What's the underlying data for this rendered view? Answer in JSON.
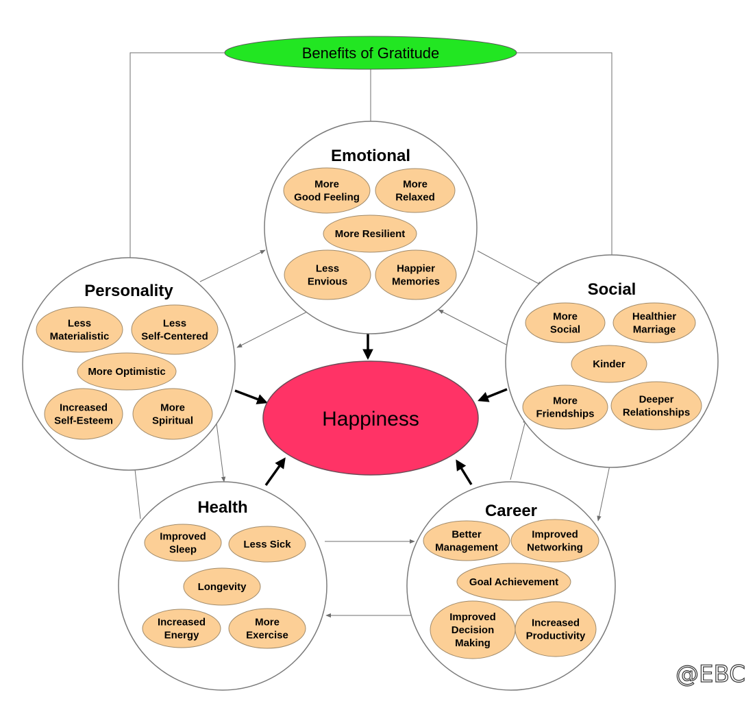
{
  "title": "Benefits of Gratitude",
  "center": "Happiness",
  "watermark": "@EBC",
  "colors": {
    "title_fill": "#22e622",
    "center_fill": "#ff3366",
    "pill_fill": "#fccf96"
  },
  "groups": {
    "emotional": {
      "title": "Emotional",
      "items": [
        [
          "More",
          "Good Feeling"
        ],
        [
          "More",
          "Relaxed"
        ],
        [
          "More Resilient"
        ],
        [
          "Less",
          "Envious"
        ],
        [
          "Happier",
          "Memories"
        ]
      ]
    },
    "personality": {
      "title": "Personality",
      "items": [
        [
          "Less",
          "Materialistic"
        ],
        [
          "Less",
          "Self-Centered"
        ],
        [
          "More Optimistic"
        ],
        [
          "Increased",
          "Self-Esteem"
        ],
        [
          "More",
          "Spiritual"
        ]
      ]
    },
    "social": {
      "title": "Social",
      "items": [
        [
          "More",
          "Social"
        ],
        [
          "Healthier",
          "Marriage"
        ],
        [
          "Kinder"
        ],
        [
          "More",
          "Friendships"
        ],
        [
          "Deeper",
          "Relationships"
        ]
      ]
    },
    "health": {
      "title": "Health",
      "items": [
        [
          "Improved",
          "Sleep"
        ],
        [
          "Less Sick"
        ],
        [
          "Longevity"
        ],
        [
          "Increased",
          "Energy"
        ],
        [
          "More",
          "Exercise"
        ]
      ]
    },
    "career": {
      "title": "Career",
      "items": [
        [
          "Better",
          "Management"
        ],
        [
          "Improved",
          "Networking"
        ],
        [
          "Goal Achievement"
        ],
        [
          "Improved",
          "Decision",
          "Making"
        ],
        [
          "Increased",
          "Productivity"
        ]
      ]
    }
  }
}
